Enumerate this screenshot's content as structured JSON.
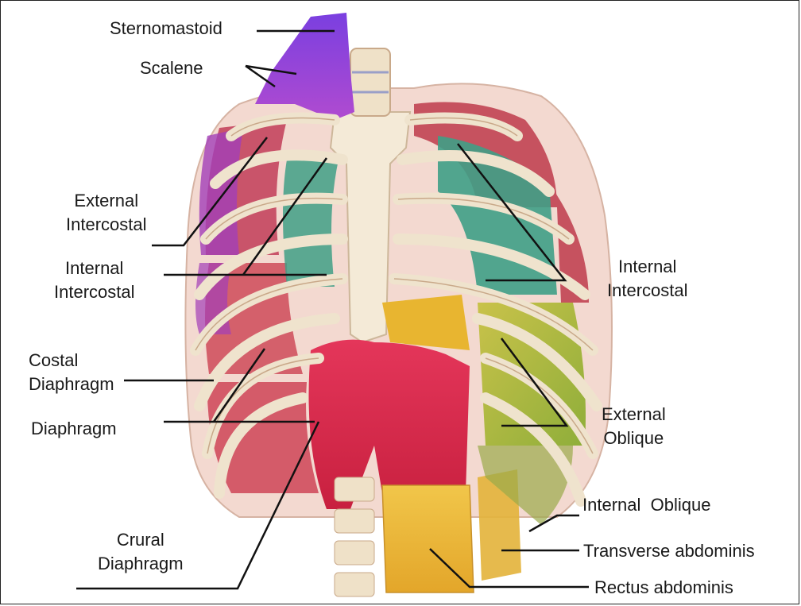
{
  "labels": {
    "sternomastoid": "Sternomastoid",
    "scalene": "Scalene",
    "external_intercostal_left": [
      "External",
      "Intercostal"
    ],
    "internal_intercostal_left": [
      "Internal",
      "Intercostal"
    ],
    "internal_intercostal_right": [
      "Internal",
      "Intercostal"
    ],
    "costal_diaphragm": [
      "Costal",
      "Diaphragm"
    ],
    "diaphragm": "Diaphragm",
    "external_oblique": [
      "External",
      "Oblique"
    ],
    "internal_oblique": "Internal  Oblique",
    "transverse_abdominis": "Transverse abdominis",
    "crural_diaphragm": [
      "Crural",
      "Diaphragm"
    ],
    "rectus_abdominis": "Rectus abdominis"
  },
  "colors": {
    "bone": "#f2e6cf",
    "bone_edge": "#c9a98a",
    "rib_muscle": "#cf5a62",
    "scalene_purple": "#8e3fd0",
    "intercostal_purple": "#a23fb8",
    "internal_intercostal_green": "#3f9f86",
    "diaphragm_red": "#e0264e",
    "external_oblique_olive": "#a8b83a",
    "rectus_yellow": "#e8b530",
    "leader_line": "#111111"
  }
}
